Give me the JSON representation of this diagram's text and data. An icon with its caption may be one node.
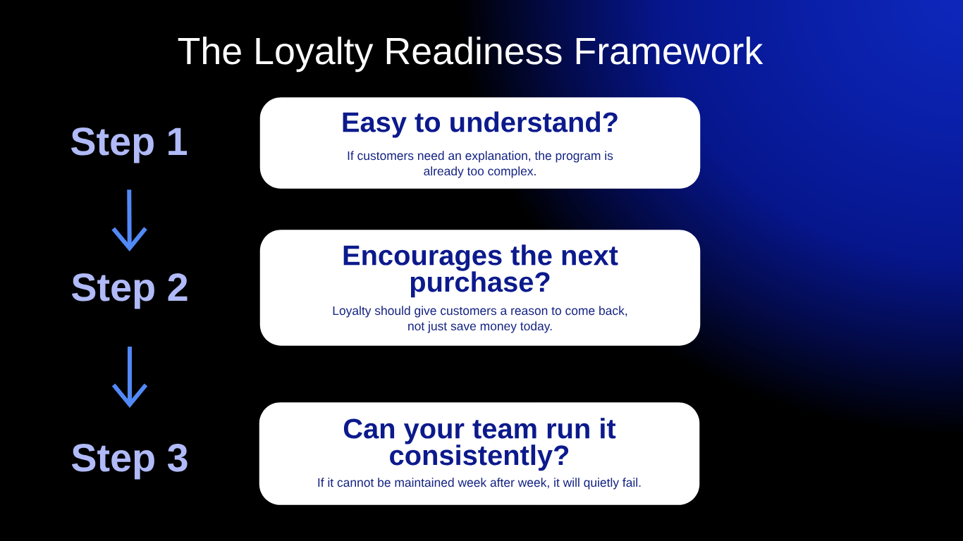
{
  "diagram": {
    "title": "The Loyalty Readiness Framework",
    "nodes": [
      {
        "text": [
          "Step 1"
        ]
      },
      {
        "text": [
          "Step 2"
        ]
      },
      {
        "text": [
          "Step 3"
        ]
      },
      {
        "text": [
          "Easy to understand?",
          "If customers need an explanation, the program is already too complex."
        ]
      },
      {
        "text": [
          "Encourages the next purchase?",
          "Loyalty should give customers a reason to come back, not just save money today."
        ]
      },
      {
        "text": [
          "Can your team run it consistently?",
          "If it cannot be maintained week after week, it will quietly fail."
        ]
      }
    ],
    "edges": [
      {
        "from": 0,
        "to": 1,
        "arrow": "to"
      },
      {
        "from": 1,
        "to": 2,
        "arrow": "to"
      }
    ]
  }
}
